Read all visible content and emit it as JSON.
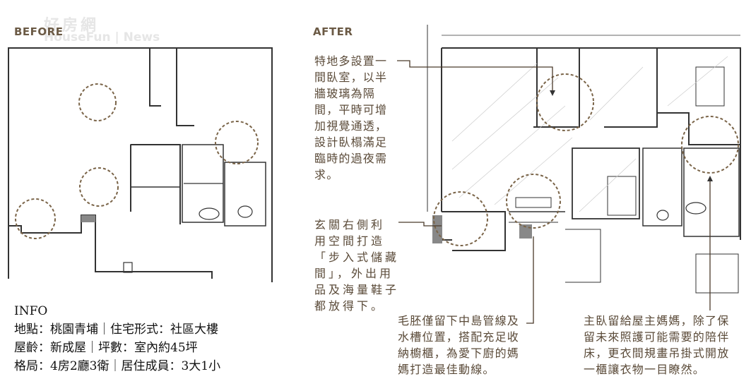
{
  "labels": {
    "before": "BEFORE",
    "after": "AFTER"
  },
  "watermark": {
    "chinese": "好房網",
    "english": "HouseFun | News"
  },
  "annotations": [
    {
      "id": "extra-bedroom",
      "text": "特地多設置一\n間臥室，以半\n牆玻璃為隔\n間，平時可增\n加視覺通透，\n設計臥榻滿足\n臨時的過夜需\n求。"
    },
    {
      "id": "walk-in-storage",
      "text": "玄關右側利\n用空間打造\n「步入式儲藏\n間」，外出用\n品及海量鞋子\n都放得下。"
    },
    {
      "id": "kitchen-island",
      "text": "毛胚僅留下中島管線及\n水槽位置，搭配充足收\n納櫥櫃，為愛下廚的媽\n媽打造最佳動線。"
    },
    {
      "id": "master-bedroom",
      "text": "主臥留給屋主媽媽，除了保\n留未來照護可能需要的陪伴\n床，更衣間規畫吊掛式開放\n一櫃讓衣物一目瞭然。"
    }
  ],
  "info": {
    "title": "INFO",
    "lines": [
      "地點：桃園青埔｜住宅形式：社區大樓",
      "屋齡：新成屋｜坪數：室內約45坪",
      "格局：4房2廳3衛｜居住成員：3大1小"
    ]
  },
  "colors": {
    "accent": "#6b5a45",
    "circle": "#7a6448",
    "plan": "#333333"
  }
}
